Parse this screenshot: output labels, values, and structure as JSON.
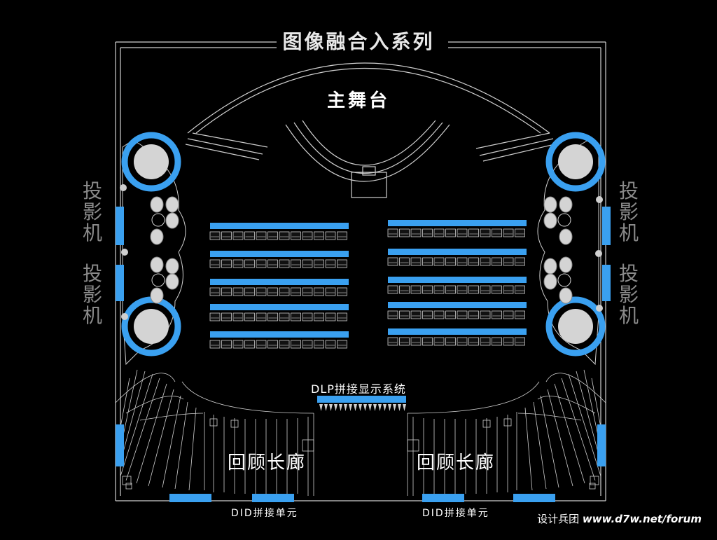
{
  "header": {
    "title": "图像融合入系列"
  },
  "stage": {
    "label": "主舞台"
  },
  "projectors": {
    "left_upper": "投影机",
    "left_lower": "投影机",
    "right_upper": "投影机",
    "right_lower": "投影机"
  },
  "dlp": {
    "label": "DLP拼接显示系统"
  },
  "galleries": {
    "left": "回顾长廊",
    "right": "回顾长廊"
  },
  "did": {
    "left": "DID拼接单元",
    "right": "DID拼接单元"
  },
  "credit": {
    "name": "设计兵团",
    "site": "www.d7w.net/forum"
  },
  "colors": {
    "accent": "#3aa0f0",
    "line": "#cfcfcf",
    "disc": "#d4d4d4",
    "background": "#000000"
  },
  "seating": {
    "blocks": 2,
    "rows_per_block": 5,
    "seats_per_row": 12
  }
}
